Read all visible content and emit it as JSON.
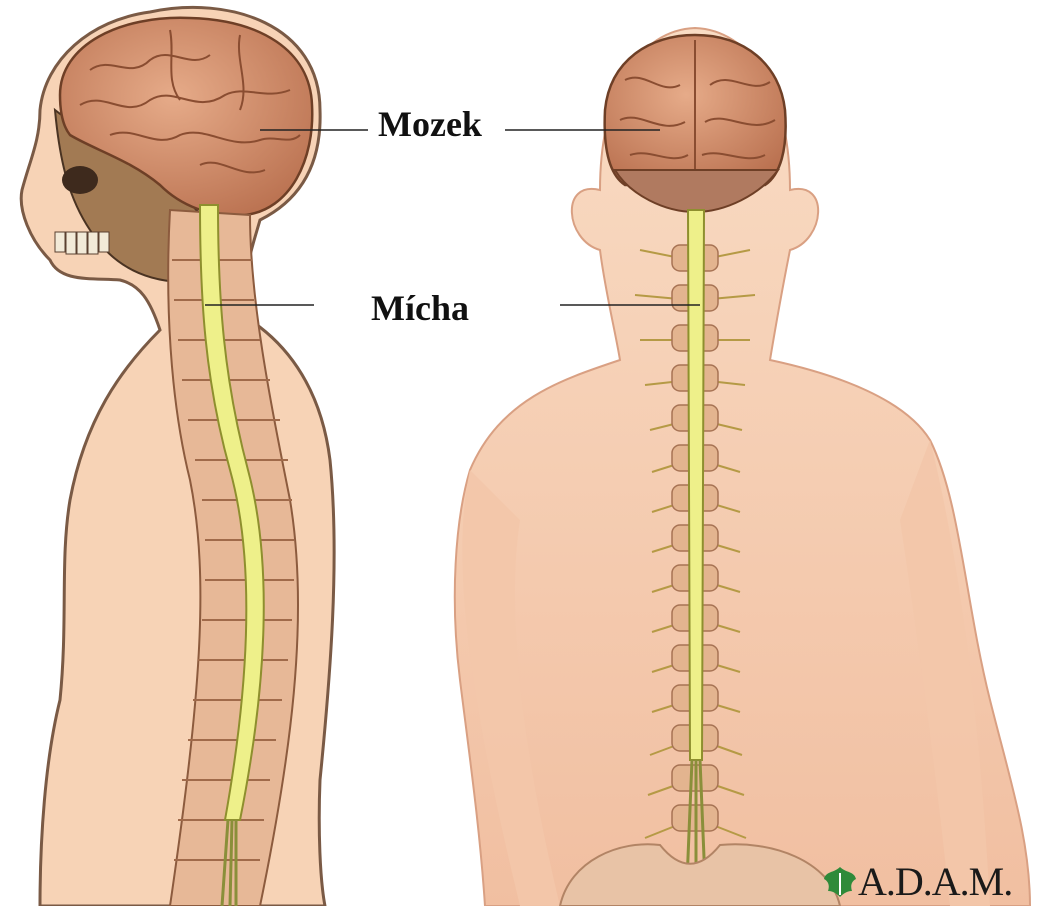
{
  "labels": {
    "brain": "Mozek",
    "spinal_cord": "Mícha"
  },
  "logo": {
    "text": "A.D.A.M.",
    "icon": "leaf-icon"
  },
  "colors": {
    "skin": "#f7d3b6",
    "brain": "#d89574",
    "spinal_cord": "#eef08a",
    "vertebrae": "#e7b897",
    "logo_green": "#2f8a3a"
  }
}
